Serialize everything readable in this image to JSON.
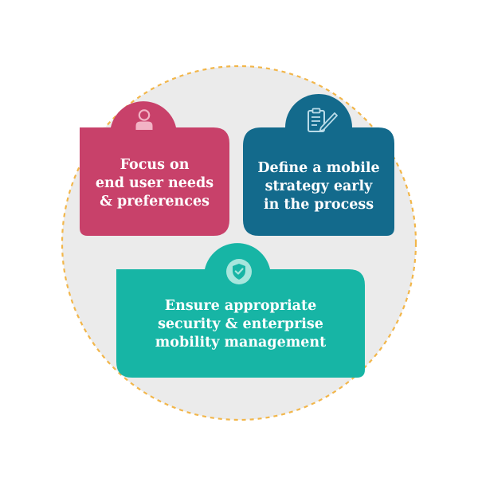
{
  "colors": {
    "background_circle": "#ebebeb",
    "dashed_ring": "#f2b64a",
    "card_focus": "#c8416a",
    "card_strategy": "#136a8c",
    "card_security": "#17b5a5",
    "icon_tint": "#ffffff"
  },
  "cards": [
    {
      "id": "focus",
      "icon": "user-icon",
      "lines": [
        "Focus on",
        "end user needs",
        "& preferences"
      ]
    },
    {
      "id": "strategy",
      "icon": "clipboard-pencil-icon",
      "lines": [
        "Define a mobile",
        "strategy early",
        "in the process"
      ]
    },
    {
      "id": "security",
      "icon": "shield-check-icon",
      "lines": [
        "Ensure appropriate",
        "security & enterprise",
        "mobility management"
      ]
    }
  ]
}
